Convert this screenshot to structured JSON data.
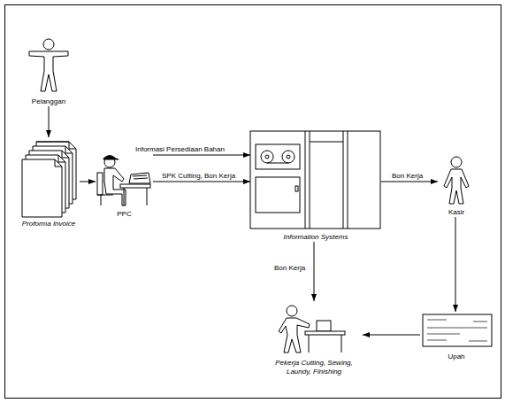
{
  "diagram": {
    "nodes": [
      {
        "text": [
          "Pelanggan"
        ]
      },
      {
        "text": [
          "Proforma Invoice"
        ]
      },
      {
        "text": [
          "PPC"
        ]
      },
      {
        "text": [
          "Information Systems"
        ]
      },
      {
        "text": [
          "Kasir"
        ]
      },
      {
        "text": [
          "Upah"
        ]
      },
      {
        "text": [
          "Pekerja Cutting, Sewing, Laundy, Finishing"
        ]
      }
    ],
    "edges": [
      {
        "from": 0,
        "to": 1,
        "arrow": "to"
      },
      {
        "from": 1,
        "to": 2,
        "arrow": "to"
      },
      {
        "from": 2,
        "to": 3,
        "label": "Informasi Persediaan Bahan",
        "arrow": "to"
      },
      {
        "from": 2,
        "to": 3,
        "label": "SPK Cutting, Bon Kerja",
        "arrow": "to"
      },
      {
        "from": 3,
        "to": 4,
        "label": "Bon Kerja",
        "arrow": "to"
      },
      {
        "from": 3,
        "to": 6,
        "label": "Bon Kerja",
        "arrow": "to"
      },
      {
        "from": 4,
        "to": 5,
        "arrow": "to"
      },
      {
        "from": 5,
        "to": 6,
        "arrow": "to"
      }
    ]
  }
}
